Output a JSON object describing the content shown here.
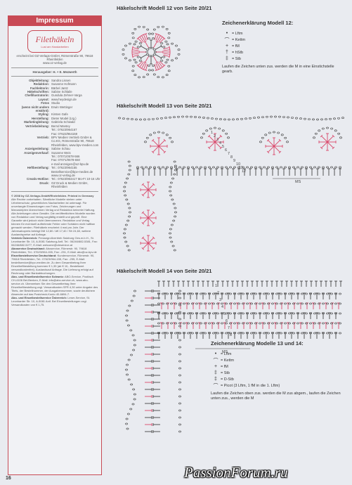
{
  "impressum": {
    "title": "Impressum",
    "logo": "Filethäkeln",
    "logo_sub": "Lust am Handarbeiten",
    "publisher": "erscheint bei OZ-Verlags-GmbH, Römerstraße 90, 79618 Rheinfelden",
    "url": "www.oz-verlag.de",
    "publisher_line": "Herausgeber: H. + E. Mezwerth",
    "credits": [
      {
        "k": "Objektleitung:",
        "v": "Sandra Lissen"
      },
      {
        "k": "Redaktion:",
        "v": "Susanne Hofmann"
      },
      {
        "k": "Fachlektorin:",
        "v": "Bärbel Jantz"
      },
      {
        "k": "Häkelschriften:",
        "v": "Sabine Schlaile"
      },
      {
        "k": "Chefillustratorin:",
        "v": "Gundula Zehner-Varga"
      },
      {
        "k": "Layout:",
        "v": "www.heydesign.de"
      },
      {
        "k": "Fotos",
        "v": "Studio"
      },
      {
        "k": "(wenn nicht anders erwähnt):",
        "v": "Erwin Wettinger"
      },
      {
        "k": "Styling:",
        "v": "Kirsten Gafe"
      },
      {
        "k": "Herstellung:",
        "v": "Dieter Model (Ltg.)"
      },
      {
        "k": "Marketingleitung:",
        "v": "Gabriela Schwald"
      },
      {
        "k": "Vertriebsleitung:",
        "v": "Bernd Mantey"
      },
      {
        "k": "",
        "v": "Tel.: 07623/964167"
      },
      {
        "k": "",
        "v": "Fax: 07623/964159"
      },
      {
        "k": "Vertrieb:",
        "v": "BPV Medien Vertrieb GmbH & Co.KG, Römerstraße 90, 79618 Rheinfelden, www.bpv-medien.com"
      },
      {
        "k": "Anzeigenleitung:",
        "v": "Sabine Schau"
      },
      {
        "k": "Anzeigenverkauf:",
        "v": "Susanne Weis"
      },
      {
        "k": "",
        "v": "Tel.: 07071/0578-566"
      },
      {
        "k": "",
        "v": "Fax: 07071/0578-650"
      },
      {
        "k": "",
        "v": "e-mail anzeigen@oz-bpv.de"
      },
      {
        "k": "Heftbestellung:",
        "v": "Tel.: 07623/964155 Bestellservice@bpv-medien.de www.oz-verlag.de"
      },
      {
        "k": "Creativ-Hotline:",
        "v": "Tel.: 07623/964417 Mo-Fr 10-16 Uhr"
      },
      {
        "k": "Druck:",
        "v": "OZ Druck & Medien GmbH, Rheinfelden"
      }
    ],
    "copyright": "© 2008 by OZ-Verlags-GmbH/Rheinfelden. Printed in Germany",
    "legal_text": "Alle Rechte vorbehalten. Sämtliche Modelle stehen unter Urheberschutz, gewerbliches Nacharbeiten ist untersagt. Für unverlangte Einsendungen von Fotos, Zeichnungen und Manuskripten übernehmen Verlag und Redaktion keinerlei Haftung. Alle Anleitungen ohne Gewähr. Die veröffentlichten Modelle wurden von Redaktion und Verlag sorgfältig erstellt und geprüft. Eine Garantie wird jedoch nicht übernommen. Redaktion und Verlag können für eventuell auftretende Fehler oder Schäden nicht haftbar gemacht werden. Filethäkeln erscheint 4 mal pro Jahr. Der Jahresabopreis beträgt DM 12,80 / A€ 17,40 / Sfr 24,60, weitere Auslandspreise auf Anfrage.",
    "blocks": [
      {
        "title": "Vertrieb Österreich:",
        "text": "Pressegroßvertrieb Salzburg Ges.m.b.H., St. Leonharder Str. 10, A-5081 Salzburg-Anif, Tel.: 06246/882-5381, Fax: 06246/882-5277, E-Mail: welcome@vieservice.at"
      },
      {
        "title": "Aboservice Deutschland:",
        "text": "Aboservice, Römerstr. 90, 79618 Rheinfelden, Tel.: 07623/964-155, Fax: -251, E-Mail: abo@oz-bpv.de"
      },
      {
        "title": "Einzelbestellservice Deutschland:",
        "text": "Kundenservice, Römerstr. 90, 79618 Rheinfelden, Tel.: 07623/964-155, Fax: -255, E-Mail: bestellservice@bpv-medien.de. Zu dem Gesamtbetrag Ihrer Einzelheftbestellung kommen € 1,35 (ab € 10,- Bestellwert versandkostenfrei). Auslandsauf Anfrage. Die Lieferung erfolgt auf Rechnung oder Bankabbuchungen."
      },
      {
        "title": "Abo- und Einzelbestellservice Schweiz:",
        "text": "ABO-Service, Postfach CH-4106 Bel-Benken, E-Mail: info@abo-service.ch, www.abo-service.ch. Überweisen Sie den Gesamtbetrag Ihrer Einzelheftbestellung zzgl. Versandkosten SFR 4,30 unter Angabe des Titels, der Bestellnummer, der Ausgabennummer, sowie deutlichem Absender auf das Postcheck-Konto 40-6694-7."
      },
      {
        "title": "Abo- und Einzelbestellservice Österreich:",
        "text": "Leser-Service, St. Leonharder Str. 10, A-5081 Anif. Bei Einzelbestellungen zzgl. Versandkosten von € 1,75."
      }
    ]
  },
  "chart12": {
    "title": "Häkelschrift Modell 12 von Seite 20/21"
  },
  "legend12": {
    "title": "Zeichenerklärung Modell 12:",
    "items": [
      {
        "sym": "•",
        "label": "= Lftm"
      },
      {
        "sym": "⌒",
        "label": "= Kettm"
      },
      {
        "sym": "+",
        "label": "= fM"
      },
      {
        "sym": "†",
        "label": "= hStb"
      },
      {
        "sym": "‡",
        "label": "= Stb"
      }
    ],
    "note": "Laufen die Zeichen unten zus. werden die M in eine Einstichstelle gearb."
  },
  "chart13": {
    "title": "Häkelschrift Modell 13 von Seite 20/21",
    "labels": [
      "1",
      "2",
      "3",
      "4",
      "5",
      "6",
      "7",
      "8",
      "9",
      "10",
      "11",
      "12",
      "MS"
    ]
  },
  "chart14": {
    "title": "Häkelschrift Modell 14 von Seite 20/21",
    "labels": [
      "1",
      "2",
      "3",
      "4",
      "5",
      "6",
      "7",
      "8",
      "MS"
    ]
  },
  "legend1314": {
    "title": "Zeichenerklärung Modelle 13 und 14:",
    "items": [
      {
        "sym": "•",
        "label": "= Lftm"
      },
      {
        "sym": "⌒",
        "label": "= Kettm"
      },
      {
        "sym": "+",
        "label": "= fM"
      },
      {
        "sym": "‡",
        "label": "= Stb"
      },
      {
        "sym": "‡",
        "label": "= D-Stb"
      },
      {
        "sym": "⌒",
        "label": "= Picot (3 Lftm, 1 fM in die 1. Lftm)"
      }
    ],
    "note": "Laufen die Zeichen oben zus. werden die M zus abgem., laufen die Zeichen unten zus., werden die M"
  },
  "footer": {
    "page": "16",
    "watermark": "PassionForum.ru"
  },
  "colors": {
    "accent": "#c84a55",
    "chart_red": "#d9486a",
    "chart_ink": "#444444"
  }
}
